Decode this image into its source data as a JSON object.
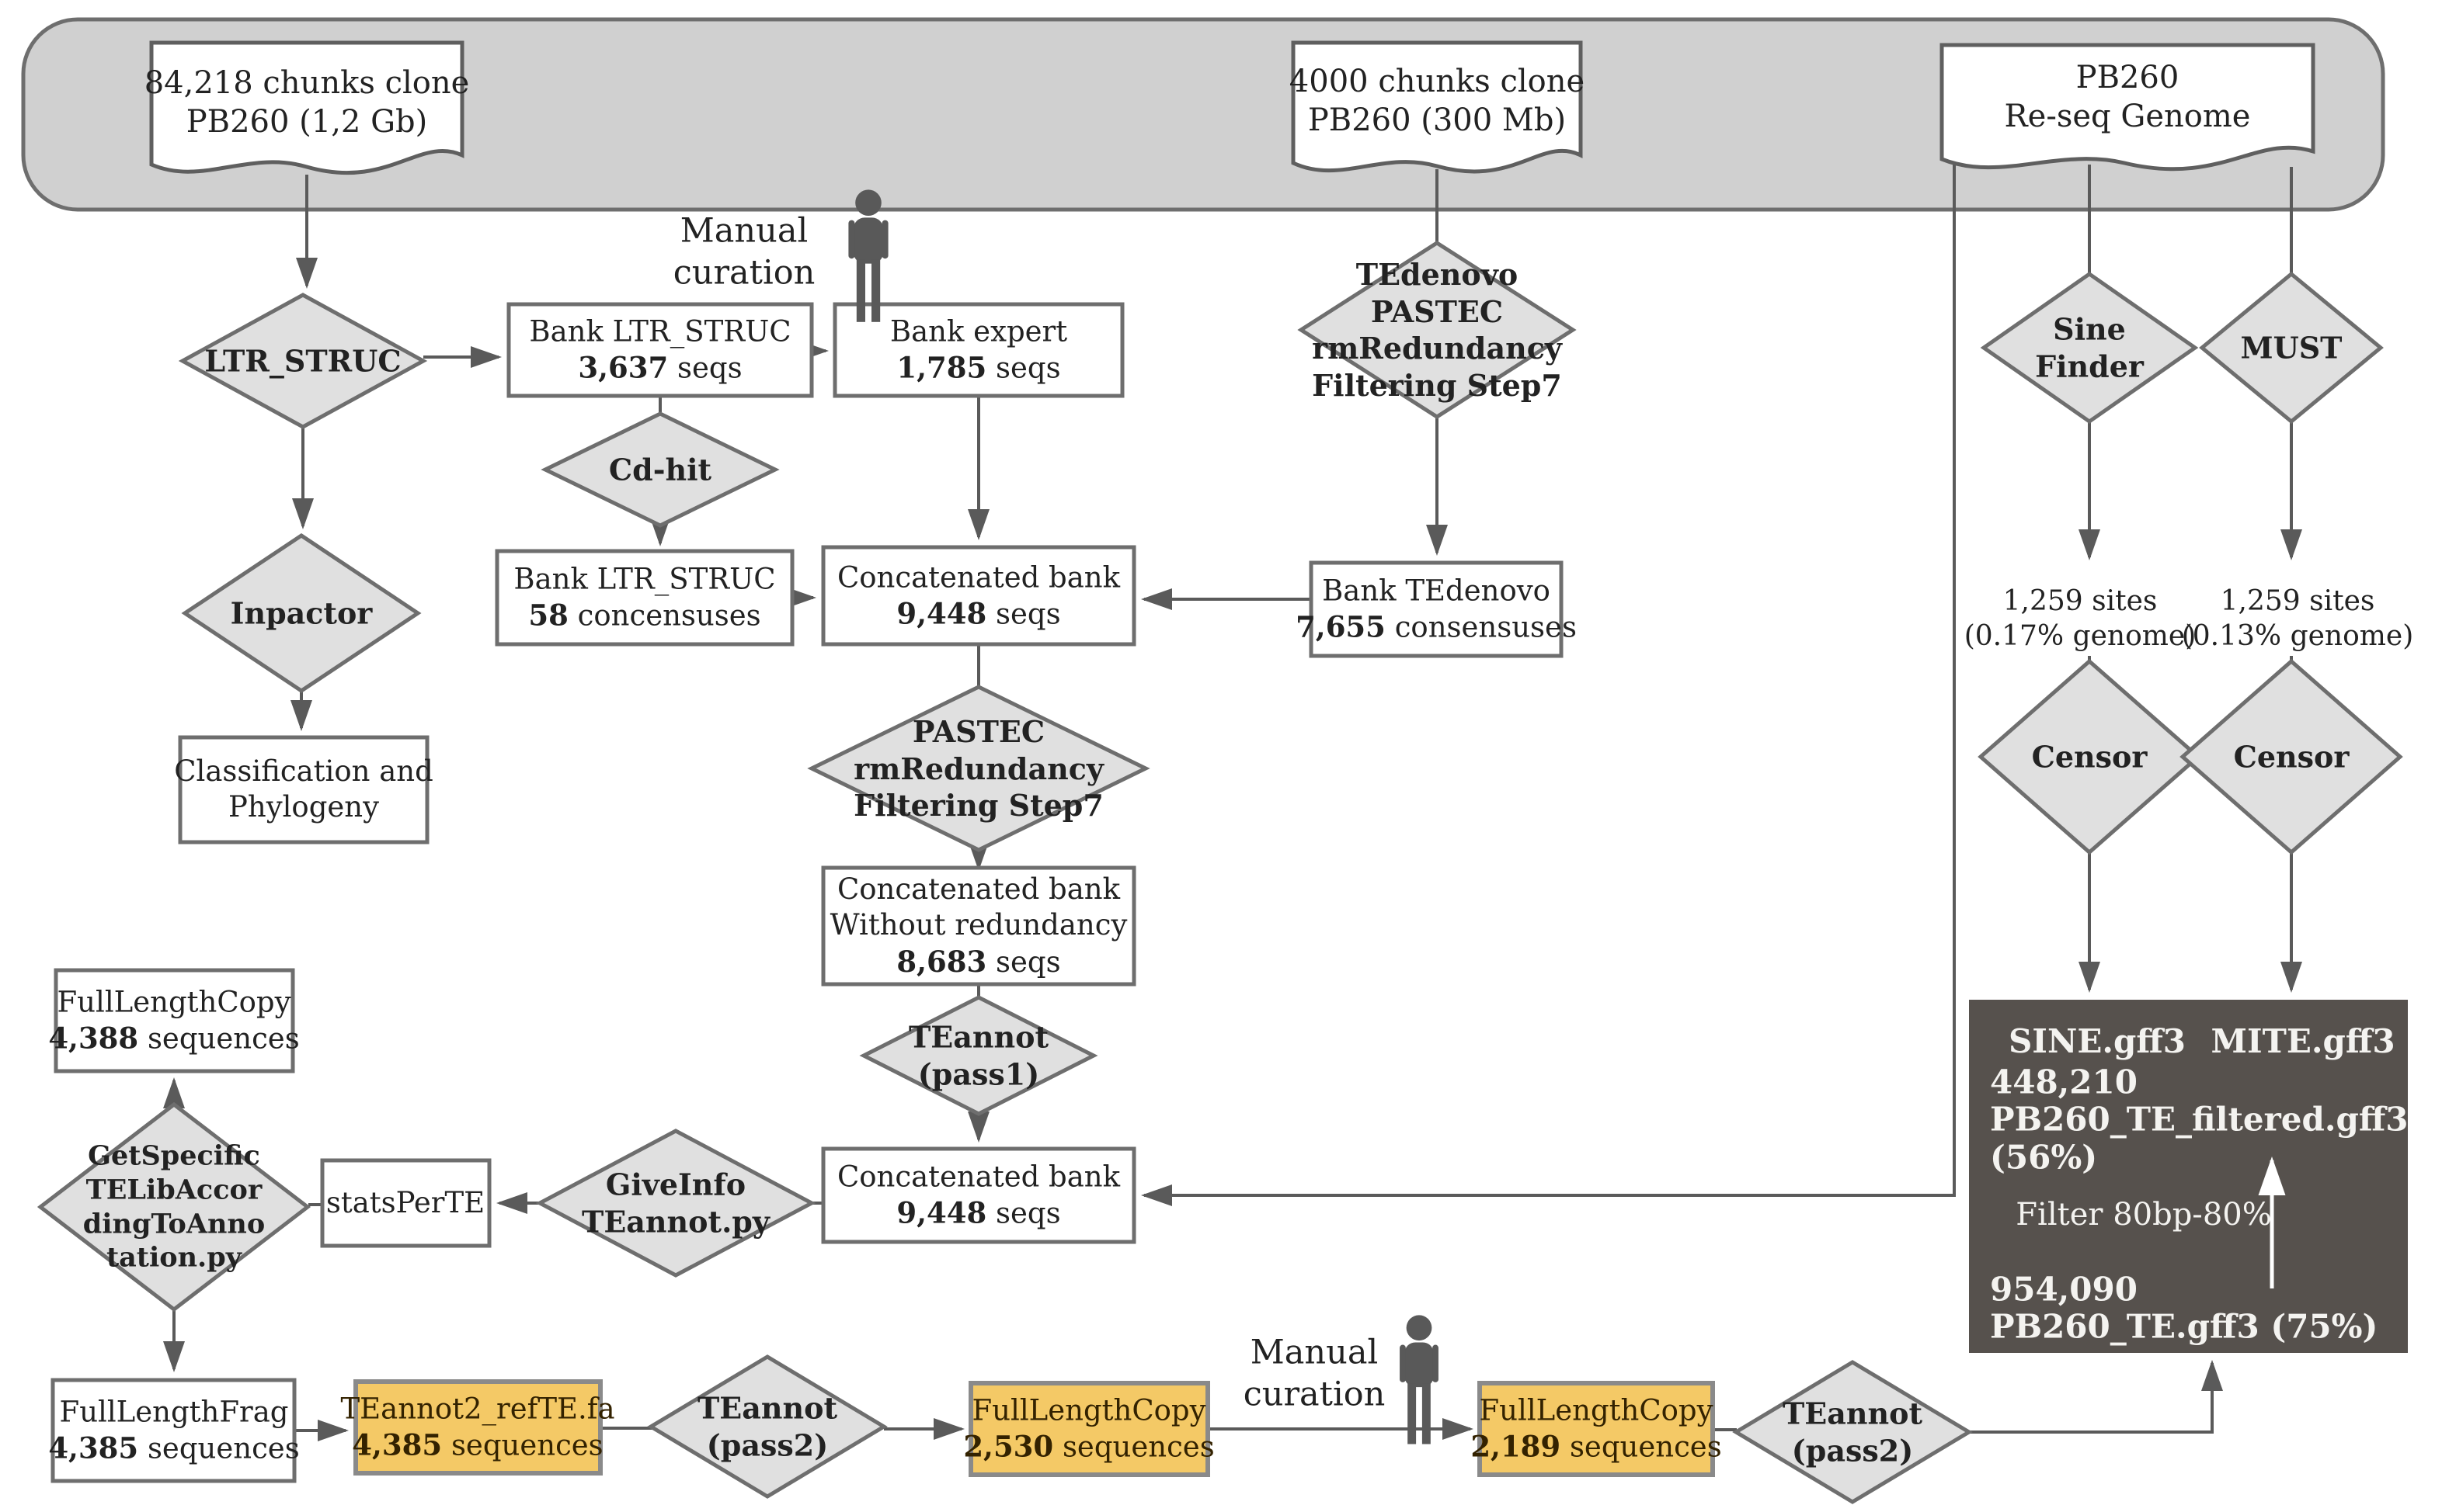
{
  "colors": {
    "container_fill": "#d0d0d0",
    "shape_fill": "#e0e0e0",
    "shape_stroke": "#6e6e6e",
    "box_fill": "#ffffff",
    "orange_fill": "#f4c966",
    "dark_box_fill": "#56514d",
    "arrow": "#5a5a5a",
    "white_arrow": "#ffffff"
  },
  "docs": {
    "left": {
      "line1": "84,218 chunks clone",
      "line2": "PB260 (1,2 Gb)"
    },
    "middle": {
      "line1": "4000 chunks clone",
      "line2": "PB260 (300 Mb)"
    },
    "right": {
      "line1": "PB260",
      "line2": "Re-seq Genome"
    }
  },
  "annotations": {
    "manual_curation_top": {
      "line1": "Manual",
      "line2": "curation"
    },
    "manual_curation_bottom": {
      "line1": "Manual",
      "line2": "curation"
    },
    "sites_left": {
      "line1": "1,259 sites",
      "line2": "(0.17% genome)"
    },
    "sites_right": {
      "line1": "1,259 sites",
      "line2": "(0.13% genome)"
    }
  },
  "diamonds": {
    "ltr_struc": {
      "line1": "LTR_STRUC"
    },
    "cd_hit": {
      "line1": "Cd-hit"
    },
    "inpactor": {
      "line1": "Inpactor"
    },
    "tedenovo": {
      "line1": "TEdenovo",
      "line2": "PASTEC",
      "line3": "rmRedundancy",
      "line4": "Filtering Step7"
    },
    "pastec": {
      "line1": "PASTEC",
      "line2": "rmRedundancy",
      "line3": "Filtering Step7"
    },
    "teannot_pass1": {
      "line1": "TEannot",
      "line2": "(pass1)"
    },
    "sine_finder": {
      "line1": "Sine",
      "line2": "Finder"
    },
    "must": {
      "line1": "MUST"
    },
    "censor_left": {
      "line1": "Censor"
    },
    "censor_right": {
      "line1": "Censor"
    },
    "giveinfo": {
      "line1": "GiveInfo",
      "line2": "TEannot.py"
    },
    "getspecific": {
      "line1": "GetSpecific",
      "line2": "TELibAccor",
      "line3": "dingToAnno",
      "line4": "tation.py"
    },
    "teannot_pass2_left": {
      "line1": "TEannot",
      "line2": "(pass2)"
    },
    "teannot_pass2_right": {
      "line1": "TEannot",
      "line2": "(pass2)"
    }
  },
  "boxes": {
    "bank_ltr_3637": {
      "line1": "Bank LTR_STRUC",
      "value": "3,637",
      "unit": " seqs"
    },
    "bank_expert": {
      "line1": "Bank expert",
      "value": "1,785",
      "unit": " seqs"
    },
    "bank_ltr_58": {
      "line1": "Bank LTR_STRUC",
      "value": "58",
      "unit": " concensuses"
    },
    "concat_top": {
      "line1": "Concatenated bank",
      "value": "9,448",
      "unit": " seqs"
    },
    "bank_tedenovo": {
      "line1": "Bank TEdenovo",
      "value": "7,655",
      "unit": " consensuses"
    },
    "classification": {
      "line1": "Classification and",
      "line2": "Phylogeny"
    },
    "concat_nr": {
      "line1": "Concatenated bank",
      "line2": "Without redundancy",
      "value": "8,683",
      "unit": " seqs"
    },
    "concat_bottom": {
      "line1": "Concatenated bank",
      "value": "9,448",
      "unit": " seqs"
    },
    "stats_per_te": {
      "line1": "statsPerTE"
    },
    "flc_4388": {
      "line1": "FullLengthCopy",
      "value": "4,388",
      "unit": " sequences"
    },
    "flf_4385": {
      "line1": "FullLengthFrag",
      "value": "4,385",
      "unit": " sequences"
    },
    "teannot2_ref": {
      "line1": "TEannot2_refTE.fa",
      "value": "4,385",
      "unit": " sequences"
    },
    "flc_2530": {
      "line1": "FullLengthCopy",
      "value": "2,530",
      "unit": " sequences"
    },
    "flc_2189": {
      "line1": "FullLengthCopy",
      "value": "2,189",
      "unit": " sequences"
    }
  },
  "dark_box": {
    "sine": "SINE.gff3",
    "mite": "MITE.gff3",
    "filtered_count": "448,210",
    "filtered_file": "PB260_TE_filtered.gff3",
    "filtered_pct": "(56%)",
    "filter_label": "Filter 80bp-80%",
    "total_count": "954,090",
    "total_file": "PB260_TE.gff3 (75%)"
  }
}
